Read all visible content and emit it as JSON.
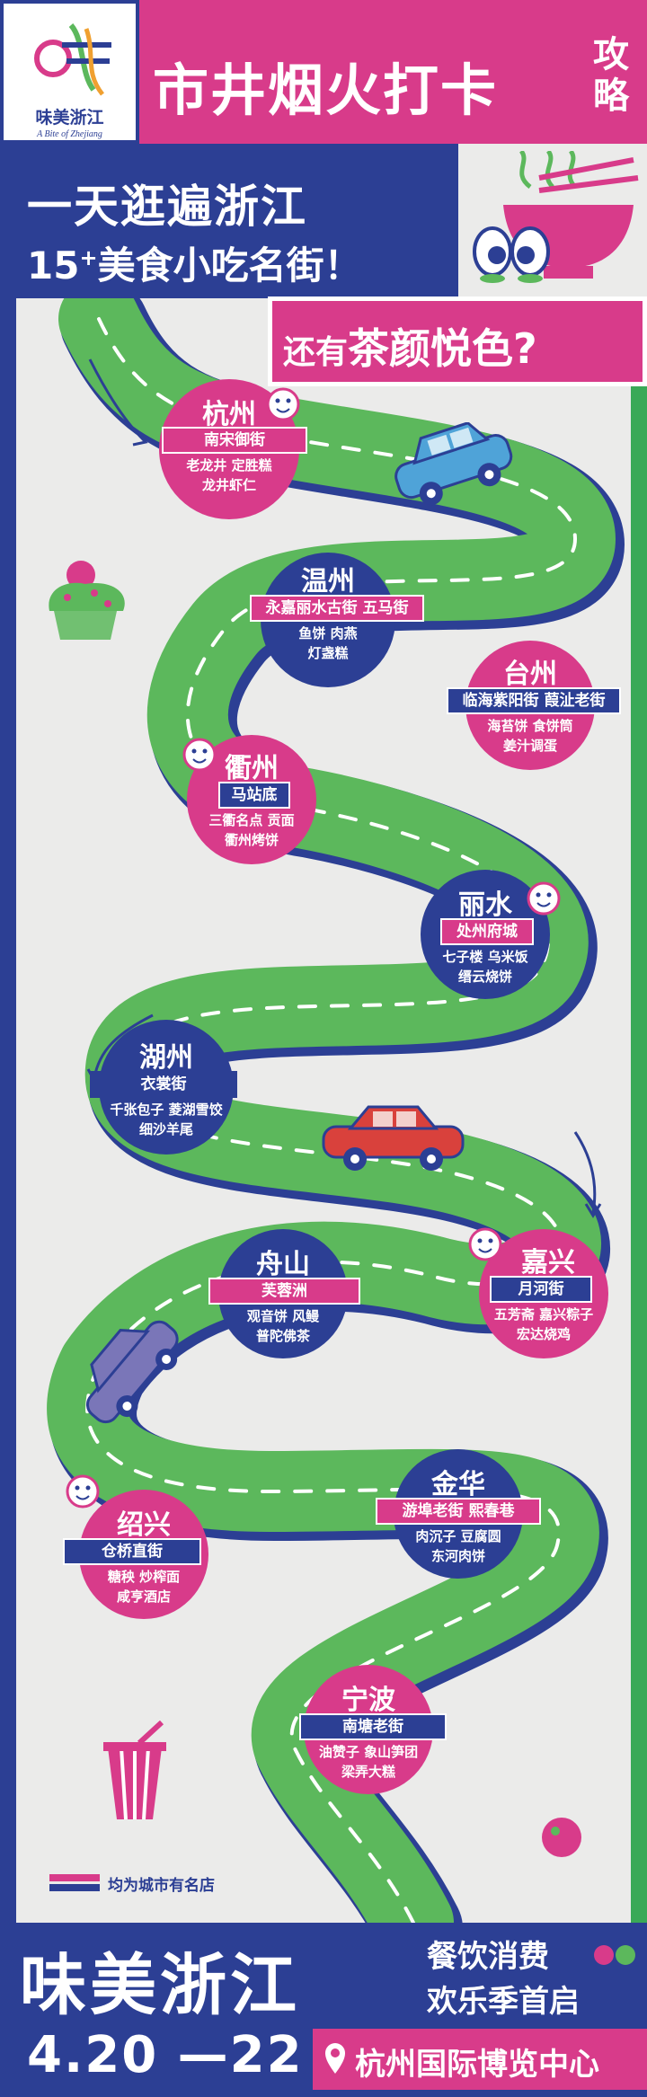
{
  "header": {
    "logo_cn": "味美浙江",
    "logo_en": "A Bite of Zhejiang",
    "title": "市井烟火打卡",
    "title_suffix_1": "攻",
    "title_suffix_2": "略"
  },
  "headline": {
    "line1": "一天逛遍浙江",
    "line2_prefix": "15",
    "line2_sup": "+",
    "line2_rest": "美食小吃名街！",
    "tea_prefix": "还有",
    "tea_big": "茶颜悦色",
    "tea_suffix": "?"
  },
  "stops": [
    {
      "city": "杭州",
      "street": "南宋御街",
      "food1": "老龙井  定胜糕",
      "food2": "龙井虾仁"
    },
    {
      "city": "温州",
      "street": "永嘉丽水古街  五马街",
      "food1": "鱼饼  肉燕",
      "food2": "灯盏糕"
    },
    {
      "city": "台州",
      "street": "临海紫阳街  葭沚老街",
      "food1": "海苔饼  食饼筒",
      "food2": "姜汁调蛋"
    },
    {
      "city": "衢州",
      "street": "马站底",
      "food1": "三衢名点  贡面",
      "food2": "衢州烤饼"
    },
    {
      "city": "丽水",
      "street": "处州府城",
      "food1": "七子楼  乌米饭",
      "food2": "缙云烧饼"
    },
    {
      "city": "湖州",
      "street": "衣裳街",
      "food1": "千张包子  菱湖雪饺",
      "food2": "细沙羊尾"
    },
    {
      "city": "嘉兴",
      "street": "月河街",
      "food1": "五芳斋  嘉兴粽子",
      "food2": "宏达烧鸡"
    },
    {
      "city": "舟山",
      "street": "芙蓉洲",
      "food1": "观音饼  风鳗",
      "food2": "普陀佛茶"
    },
    {
      "city": "金华",
      "street": "游埠老街  熙春巷",
      "food1": "肉沉子  豆腐圆",
      "food2": "东河肉饼"
    },
    {
      "city": "绍兴",
      "street": "仓桥直街",
      "food1": "糖秧  炒榨面",
      "food2": "咸亨酒店"
    },
    {
      "city": "宁波",
      "street": "南塘老街",
      "food1": "油赞子  象山笋团",
      "food2": "梁弄大糕"
    }
  ],
  "legend": "均为城市有名店",
  "footer": {
    "title": "味美浙江",
    "sub1": "餐饮消费",
    "sub2": "欢乐季首启",
    "date": "4.20 —22",
    "venue": "杭州国际博览中心"
  },
  "colors": {
    "blue": "#2c3f94",
    "pink": "#d83b8a",
    "green": "#5cb85c",
    "bg": "#ebebea"
  }
}
